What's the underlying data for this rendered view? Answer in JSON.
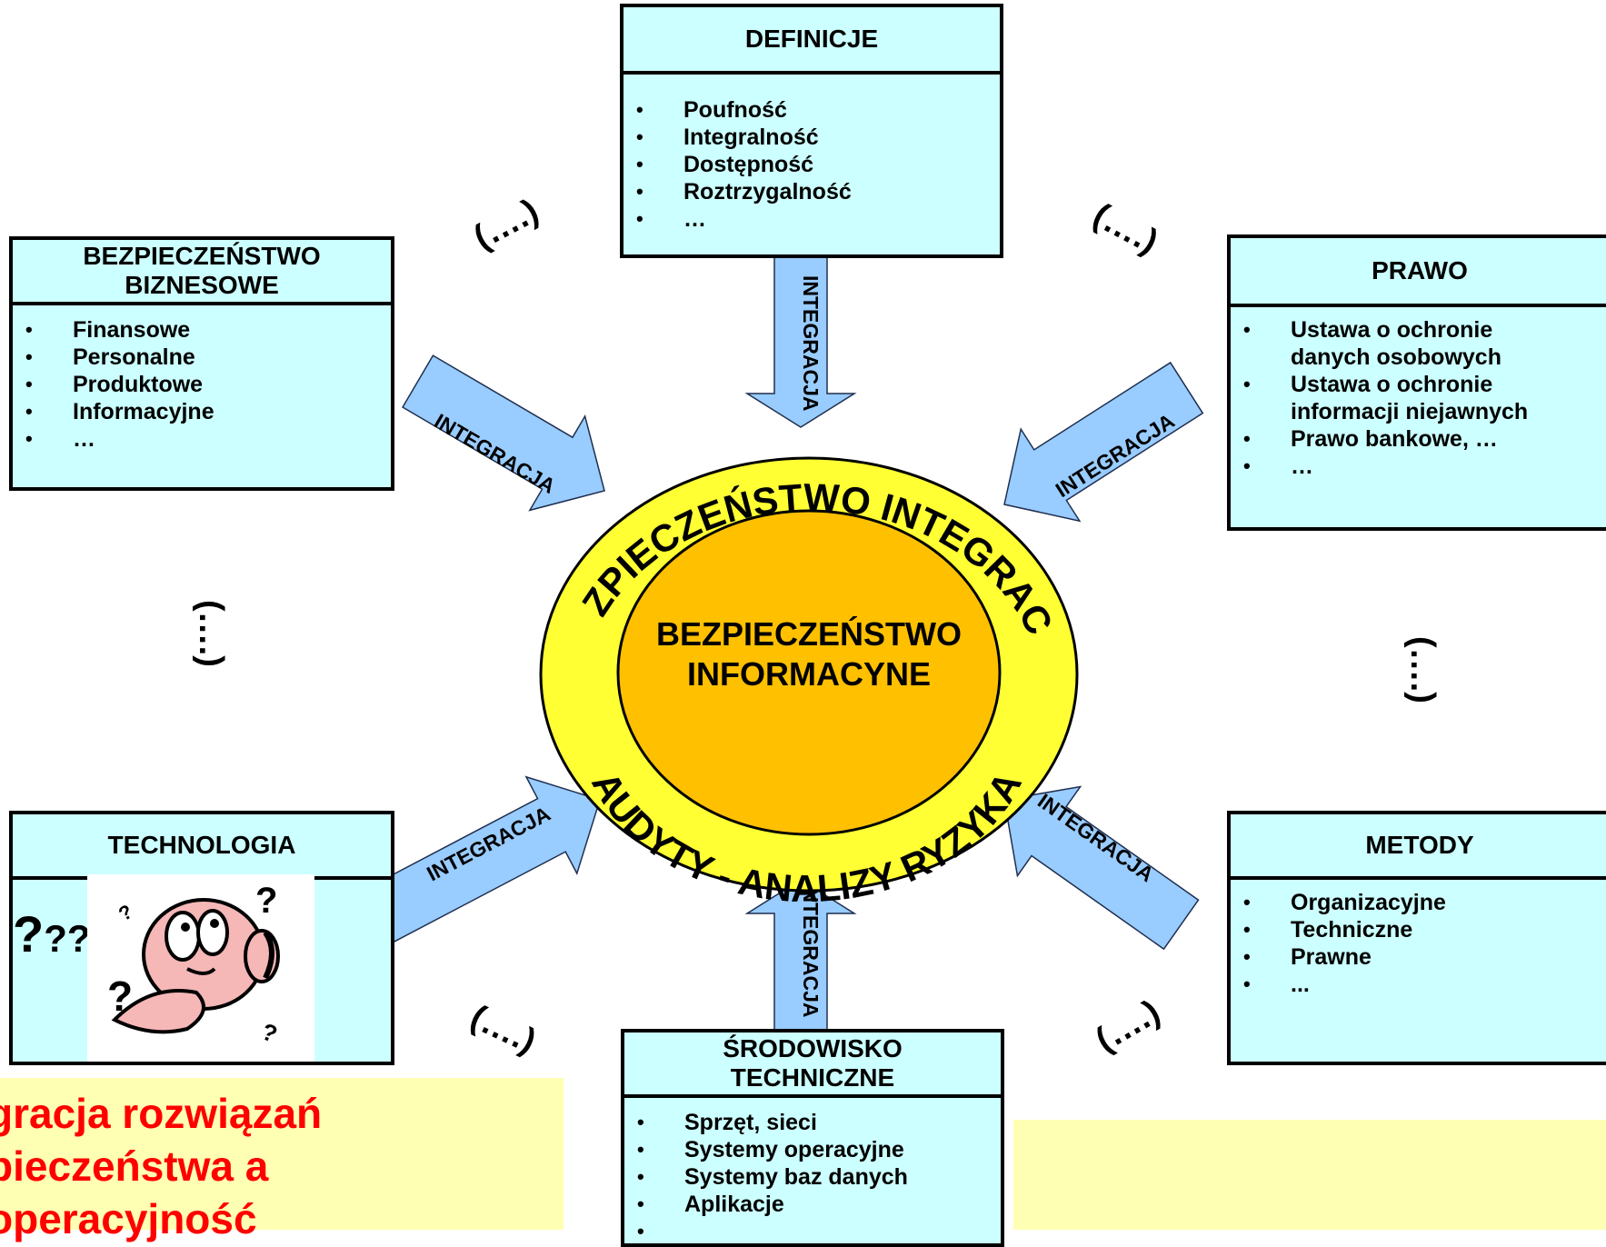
{
  "diagram": {
    "center": {
      "title_line1": "BEZPIECZEŃSTWO",
      "title_line2": "INFORMACYNE",
      "ring_top": "BEZPIECZEŃSTWO INTEGRACJI",
      "ring_bottom": "AUDYTY - ANALIZY RYZYKA"
    },
    "arrow_label": "INTEGRACJA",
    "ellipsis_label": "(….)",
    "boxes": {
      "definicje": {
        "title": "DEFINICJE",
        "items": [
          "Poufność",
          "Integralność",
          "Dostępność",
          "Roztrzygalność",
          "…"
        ]
      },
      "biznesowe": {
        "title_line1": "BEZPIECZEŃSTWO",
        "title_line2": "BIZNESOWE",
        "items": [
          "Finansowe",
          "Personalne",
          "Produktowe",
          "Informacyjne",
          "…"
        ]
      },
      "prawo": {
        "title": "PRAWO",
        "items": [
          "Ustawa o ochronie",
          "danych osobowych",
          "Ustawa o ochronie",
          "informacji niejawnych",
          "Prawo bankowe, …",
          "…"
        ]
      },
      "technologia": {
        "title": "TECHNOLOGIA",
        "question_marks": [
          "?",
          "??",
          "?"
        ]
      },
      "metody": {
        "title": "METODY",
        "items": [
          "Organizacyjne",
          "Techniczne",
          "Prawne",
          "..."
        ]
      },
      "srodowisko": {
        "title_line1": "ŚRODOWISKO",
        "title_line2": "TECHNICZNE",
        "items": [
          "Sprzęt, sieci",
          "Systemy operacyjne",
          "Systemy baz danych",
          "Aplikacje",
          ""
        ]
      }
    },
    "note_left": {
      "line1": "gracja rozwiązań",
      "line2": "pieczeństwa a",
      "line3": "operacyjność"
    },
    "colors": {
      "box_fill": "#ccffff",
      "arrow_fill": "#99ccff",
      "ring_fill": "#ffff33",
      "core_fill": "#ffc000",
      "note_fill": "#ffffb3",
      "note_text": "#ff0000"
    }
  }
}
